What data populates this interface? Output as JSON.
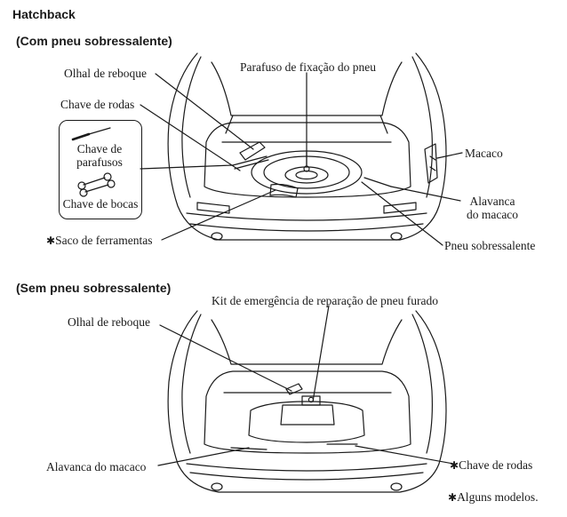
{
  "title": "Hatchback",
  "section1": {
    "heading": "(Com pneu sobressalente)",
    "labels": {
      "tow_eye": "Olhal de reboque",
      "lug_wrench": "Chave de rodas",
      "bolt": "Parafuso de fixação do pneu",
      "screwdriver_1": "Chave de",
      "screwdriver_2": "parafusos",
      "box_wrench": "Chave de bocas",
      "jack": "Macaco",
      "jack_lever_1": "Alavanca",
      "jack_lever_2": "do macaco",
      "tool_bag_star": "✱",
      "tool_bag": "Saco de ferramentas",
      "spare_tire": "Pneu sobressalente"
    }
  },
  "section2": {
    "heading": "(Sem pneu sobressalente)",
    "labels": {
      "kit": "Kit de emergência de reparação de pneu furado",
      "tow_eye": "Olhal de reboque",
      "jack_lever": "Alavanca do macaco",
      "lug_wrench_star": "✱",
      "lug_wrench": "Chave de rodas"
    }
  },
  "footnote": {
    "star": "✱",
    "text": "Alguns modelos."
  }
}
